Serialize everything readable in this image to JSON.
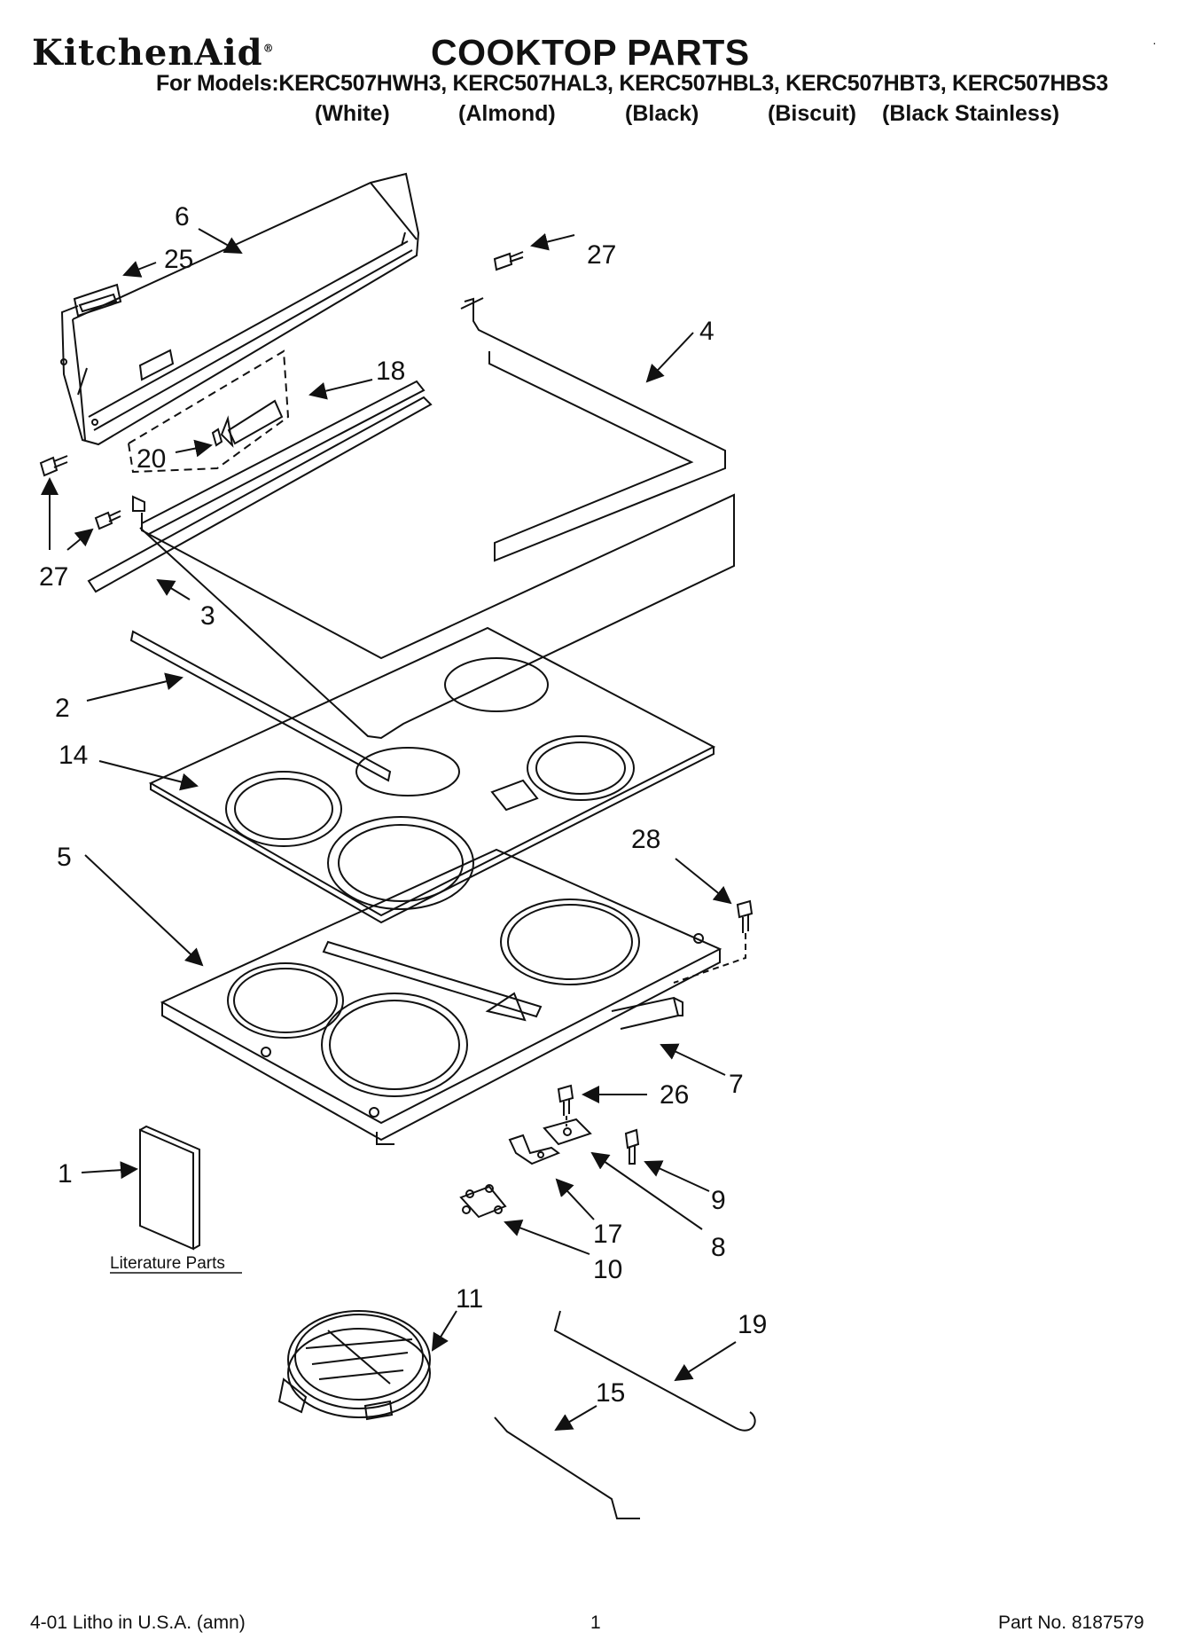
{
  "header": {
    "brand": "KitchenAid",
    "brand_mark": "®",
    "title": "COOKTOP PARTS",
    "models_line": "For Models:KERC507HWH3, KERC507HAL3, KERC507HBL3, KERC507HBT3, KERC507HBS3",
    "colors": [
      "(White)",
      "(Almond)",
      "(Black)",
      "(Biscuit)",
      "(Black Stainless)"
    ]
  },
  "callouts": [
    "6",
    "25",
    "27",
    "4",
    "18",
    "20",
    "27",
    "3",
    "2",
    "14",
    "5",
    "28",
    "7",
    "26",
    "1",
    "9",
    "17",
    "8",
    "10",
    "11",
    "19",
    "15"
  ],
  "literature_label": "Literature Parts",
  "footer": {
    "litho": "4-01 Litho in U.S.A. (amn)",
    "page": "1",
    "part_no": "Part No. 8187579"
  }
}
